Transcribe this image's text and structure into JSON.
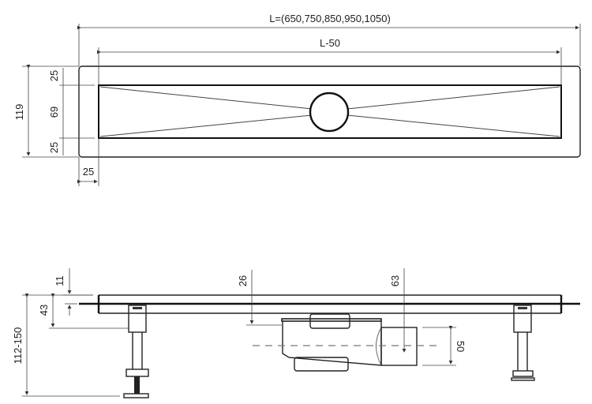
{
  "top_view": {
    "total_length": "L=(650,750,850,950,1050)",
    "inner_length": "L-50",
    "width_total": "119",
    "margin_top": "25",
    "grate_width": "69",
    "margin_bottom": "25",
    "margin_side": "25"
  },
  "side_view": {
    "grate_thickness": "11",
    "channel_depth": "43",
    "total_height": "112-150",
    "outlet_top": "26",
    "outlet_center": "63",
    "outlet_diameter": "50"
  }
}
